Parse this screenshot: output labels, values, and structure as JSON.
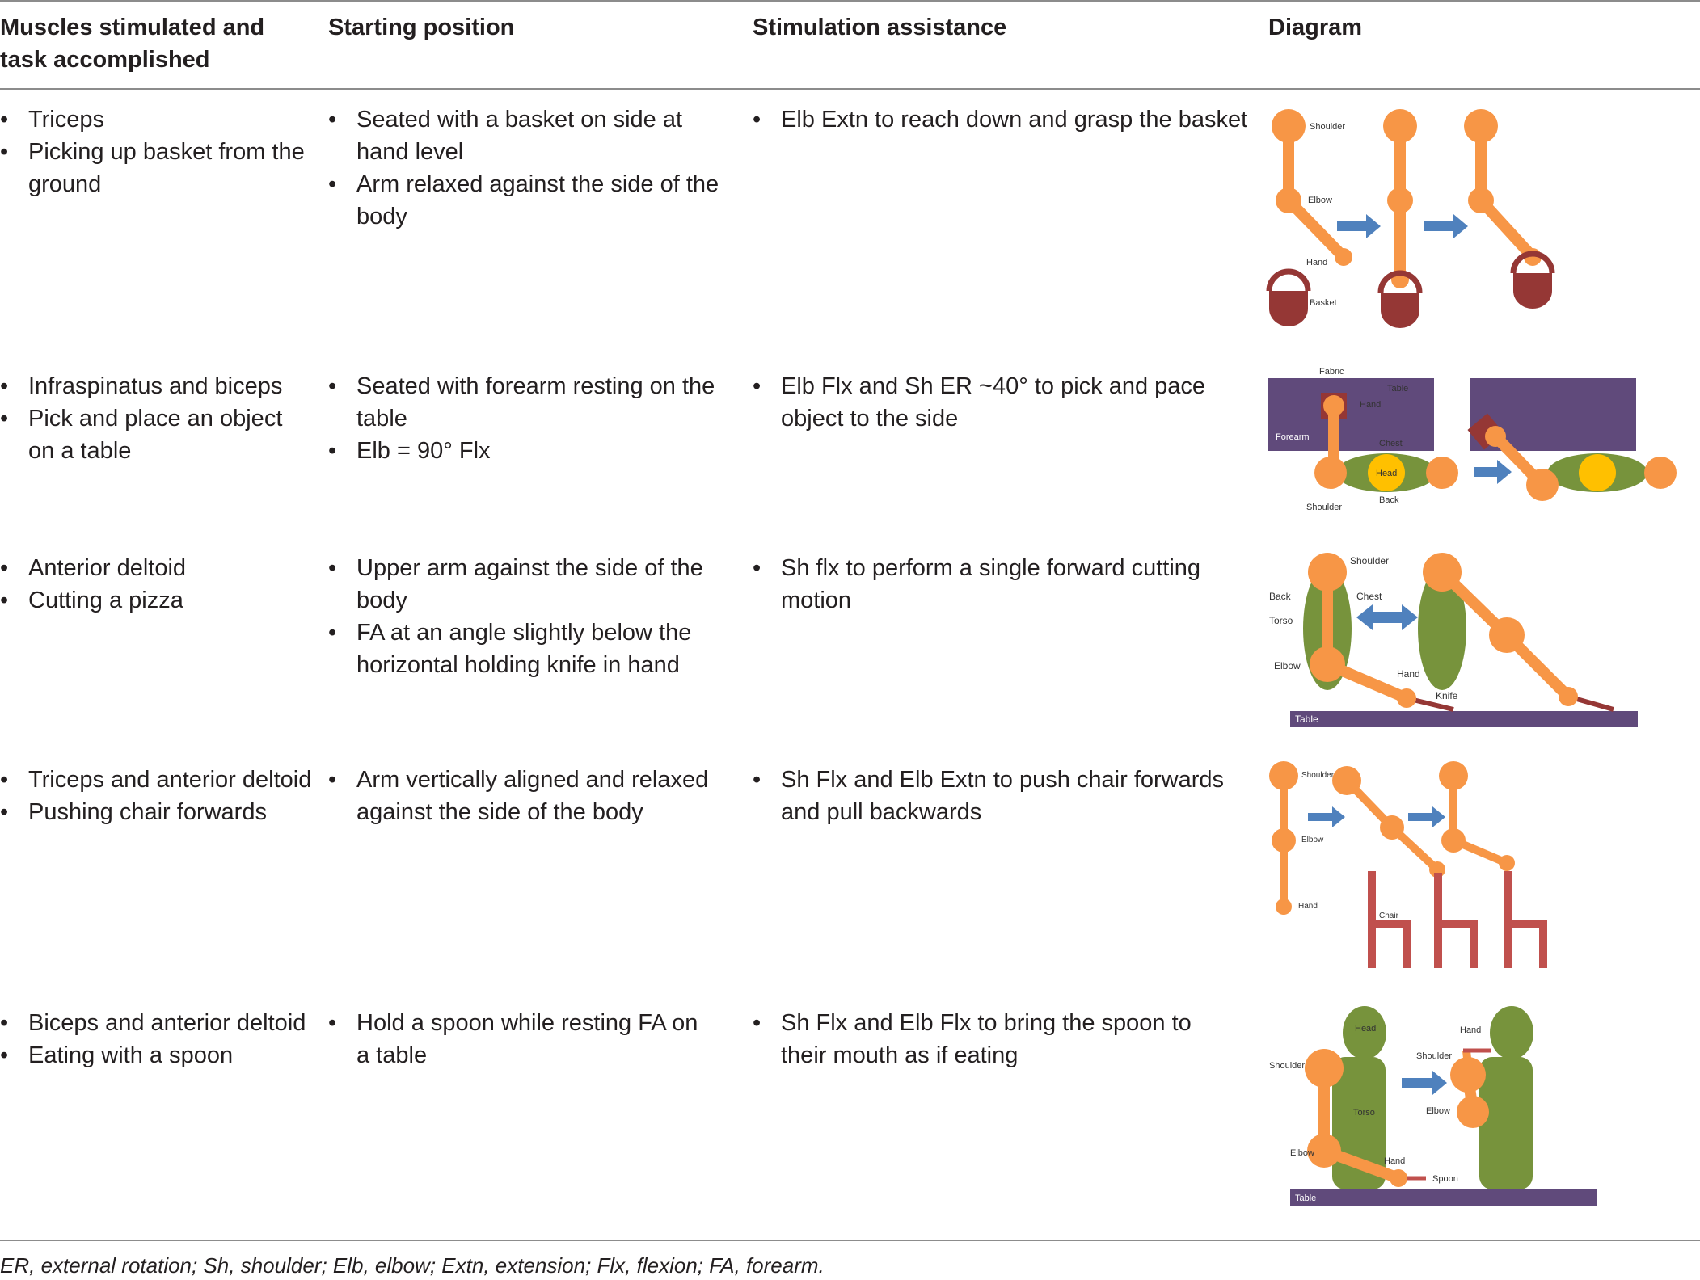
{
  "headers": {
    "muscles": "Muscles stimulated and task accomplished",
    "starting": "Starting position",
    "assistance": "Stimulation assistance",
    "diagram": "Diagram"
  },
  "rows": [
    {
      "muscles": [
        "Triceps",
        "Picking up basket from the ground"
      ],
      "starting": [
        "Seated with a basket on side at hand level",
        "Arm relaxed against the side of the body"
      ],
      "assistance": [
        "Elb Extn to reach down and grasp the basket"
      ],
      "diagram_labels": {
        "shoulder": "Shoulder",
        "elbow": "Elbow",
        "hand": "Hand",
        "basket": "Basket"
      }
    },
    {
      "muscles": [
        "Infraspinatus and biceps",
        "Pick and place an object on a table"
      ],
      "starting": [
        "Seated with forearm resting on the table",
        "Elb = 90° Flx"
      ],
      "assistance": [
        "Elb Flx and Sh ER ~40° to pick and pace object to the side"
      ],
      "diagram_labels": {
        "fabric": "Fabric",
        "table": "Table",
        "hand": "Hand",
        "forearm": "Forearm",
        "chest": "Chest",
        "head": "Head",
        "back": "Back",
        "shoulder": "Shoulder"
      }
    },
    {
      "muscles": [
        "Anterior deltoid",
        "Cutting a pizza"
      ],
      "starting": [
        "Upper arm against the side of the body",
        "FA at an angle slightly below the horizontal holding knife in hand"
      ],
      "assistance": [
        "Sh flx to perform a single forward cutting motion"
      ],
      "diagram_labels": {
        "shoulder": "Shoulder",
        "back": "Back",
        "chest": "Chest",
        "torso": "Torso",
        "elbow": "Elbow",
        "hand": "Hand",
        "knife": "Knife",
        "table": "Table"
      }
    },
    {
      "muscles": [
        "Triceps and anterior deltoid",
        "Pushing chair forwards"
      ],
      "starting": [
        "Arm vertically aligned and relaxed against the side of the body"
      ],
      "assistance": [
        "Sh Flx and Elb Extn to push chair forwards and pull backwards"
      ],
      "diagram_labels": {
        "shoulder": "Shoulder",
        "elbow": "Elbow",
        "hand": "Hand",
        "chair": "Chair"
      }
    },
    {
      "muscles": [
        "Biceps and anterior deltoid",
        "Eating with a spoon"
      ],
      "starting": [
        "Hold a spoon while resting FA on a table"
      ],
      "assistance": [
        "Sh Flx and Elb Flx to bring the spoon to their mouth as if eating"
      ],
      "diagram_labels": {
        "head": "Head",
        "hand": "Hand",
        "shoulder": "Shoulder",
        "torso": "Torso",
        "elbow": "Elbow",
        "spoon": "Spoon",
        "table": "Table"
      }
    }
  ],
  "footnote": "ER, external rotation; Sh, shoulder; Elb, elbow; Extn, extension; Flx, flexion; FA, forearm.",
  "colors": {
    "arm": "#f79646",
    "basket": "#953735",
    "arrow": "#4f81bd",
    "table": "#604a7b",
    "torso": "#77933c",
    "head": "#ffc000",
    "chair": "#c0504d",
    "rule": "#8c8c8c"
  }
}
